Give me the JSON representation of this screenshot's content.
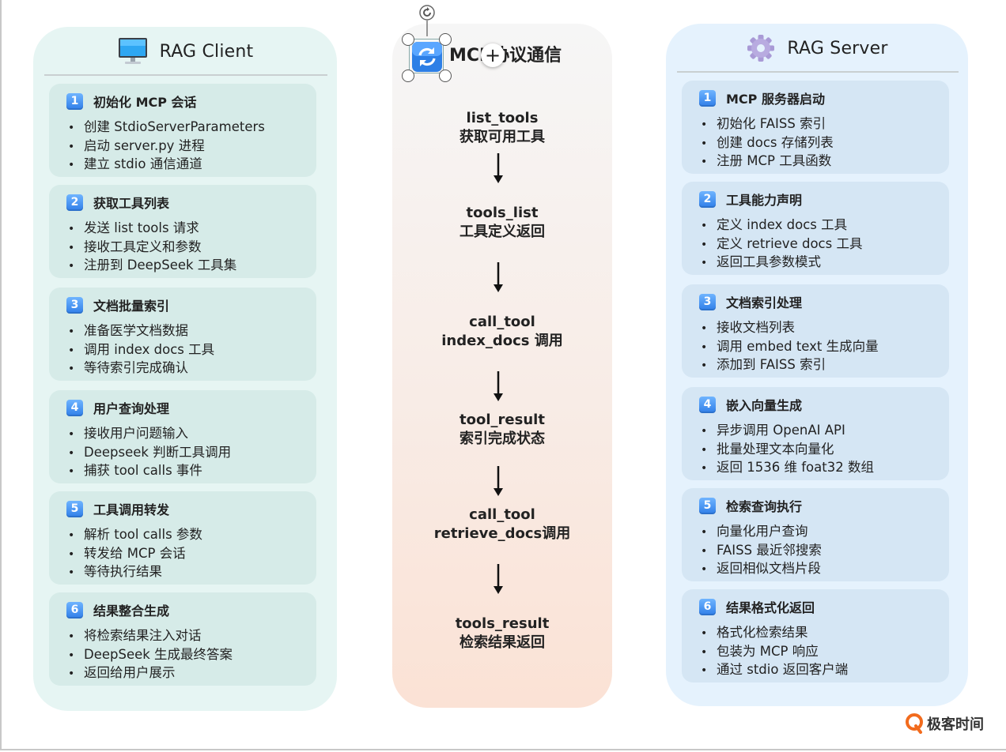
{
  "client": {
    "title": "RAG Client",
    "icon": "monitor-icon",
    "cards": [
      {
        "num": "1",
        "title": "初始化 MCP 会话",
        "items": [
          "创建 StdioServerParameters",
          "启动 server.py 进程",
          "建立 stdio 通信通道"
        ]
      },
      {
        "num": "2",
        "title": "获取工具列表",
        "items": [
          "发送 list tools 请求",
          "接收工具定义和参数",
          "注册到 DeepSeek 工具集"
        ]
      },
      {
        "num": "3",
        "title": "文档批量索引",
        "items": [
          "准备医学文档数据",
          "调用 index docs 工具",
          "等待索引完成确认"
        ]
      },
      {
        "num": "4",
        "title": "用户查询处理",
        "items": [
          "接收用户问题输入",
          "Deepseek 判断工具调用",
          "捕获 tool calls 事件"
        ]
      },
      {
        "num": "5",
        "title": "工具调用转发",
        "items": [
          "解析 tool calls 参数",
          "转发给 MCP 会话",
          "等待执行结果"
        ]
      },
      {
        "num": "6",
        "title": "结果整合生成",
        "items": [
          "将检索结果注入对话",
          "DeepSeek 生成最终答案",
          "返回给用户展示"
        ]
      }
    ]
  },
  "mcp": {
    "title": "MCP协议通信",
    "icon": "sync-icon",
    "steps": [
      {
        "line1": "list_tools",
        "line2": "获取可用工具"
      },
      {
        "line1": "tools_list",
        "line2": "工具定义返回"
      },
      {
        "line1": "call_tool",
        "line2": "index_docs 调用"
      },
      {
        "line1": "tool_result",
        "line2": "索引完成状态"
      },
      {
        "line1": "call_tool",
        "line2": "retrieve_docs调用"
      },
      {
        "line1": "tools_result",
        "line2": "检索结果返回"
      }
    ]
  },
  "server": {
    "title": "RAG Server",
    "icon": "gear-icon",
    "cards": [
      {
        "num": "1",
        "title": "MCP 服务器启动",
        "items": [
          "初始化 FAISS 索引",
          "创建 docs 存储列表",
          "注册 MCP 工具函数"
        ]
      },
      {
        "num": "2",
        "title": "工具能力声明",
        "items": [
          "定义 index docs 工具",
          "定义 retrieve docs 工具",
          "返回工具参数模式"
        ]
      },
      {
        "num": "3",
        "title": "文档索引处理",
        "items": [
          "接收文档列表",
          "调用 embed text 生成向量",
          "添加到 FAISS 索引"
        ]
      },
      {
        "num": "4",
        "title": "嵌入向量生成",
        "items": [
          "异步调用 OpenAI API",
          "批量处理文本向量化",
          "返回 1536 维 foat32 数组"
        ]
      },
      {
        "num": "5",
        "title": "检索查询执行",
        "items": [
          "向量化用户查询",
          "FAISS 最近邻搜索",
          "返回相似文档片段"
        ]
      },
      {
        "num": "6",
        "title": "结果格式化返回",
        "items": [
          "格式化检索结果",
          "包装为 MCP 响应",
          "通过 stdio 返回客户端"
        ]
      }
    ]
  },
  "watermark": {
    "text": "极客时间",
    "icon": "geektime-logo-icon"
  },
  "colors": {
    "client_bg": "#e6f5f3",
    "server_bg": "#e5f2fd",
    "badge": "#2f7ee8",
    "mcp_gradient_end": "#fbe2d5"
  }
}
